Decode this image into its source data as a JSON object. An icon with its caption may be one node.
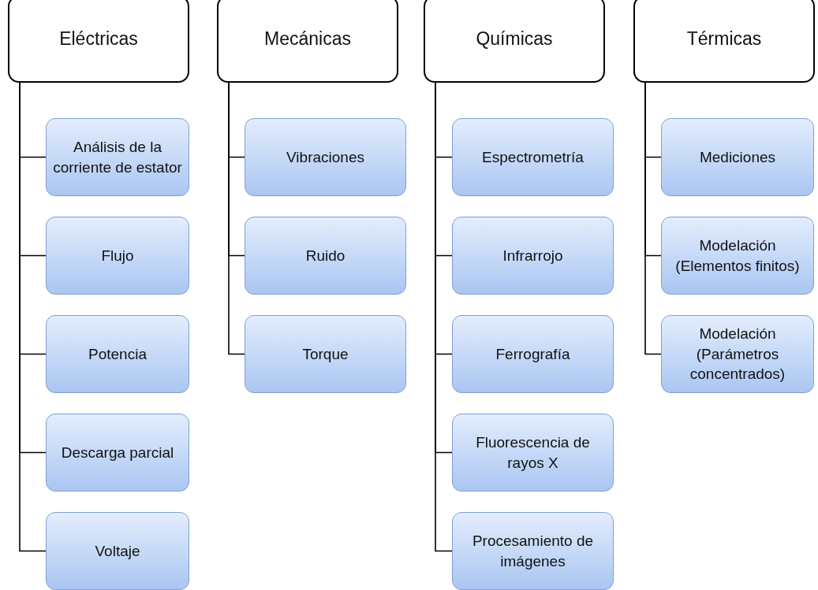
{
  "diagram": {
    "nodes": [
      {
        "text": [
          "Eléctricas"
        ]
      },
      {
        "text": [
          "Análisis de la corriente de estator"
        ]
      },
      {
        "text": [
          "Flujo"
        ]
      },
      {
        "text": [
          "Potencia"
        ]
      },
      {
        "text": [
          "Descarga parcial"
        ]
      },
      {
        "text": [
          "Voltaje"
        ]
      },
      {
        "text": [
          "Mecánicas"
        ]
      },
      {
        "text": [
          "Vibraciones"
        ]
      },
      {
        "text": [
          "Ruido"
        ]
      },
      {
        "text": [
          "Torque"
        ]
      },
      {
        "text": [
          "Químicas"
        ]
      },
      {
        "text": [
          "Espectrometría"
        ]
      },
      {
        "text": [
          "Infrarrojo"
        ]
      },
      {
        "text": [
          "Ferrografía"
        ]
      },
      {
        "text": [
          "Fluorescencia de rayos X"
        ]
      },
      {
        "text": [
          "Procesamiento de imágenes"
        ]
      },
      {
        "text": [
          "Térmicas"
        ]
      },
      {
        "text": [
          "Mediciones"
        ]
      },
      {
        "text": [
          "Modelación (Elementos finitos)"
        ]
      },
      {
        "text": [
          "Modelación (Parámetros concentrados)"
        ]
      }
    ],
    "edges": [
      {
        "from": 0,
        "to": 1,
        "arrow": "none"
      },
      {
        "from": 0,
        "to": 2,
        "arrow": "none"
      },
      {
        "from": 0,
        "to": 3,
        "arrow": "none"
      },
      {
        "from": 0,
        "to": 4,
        "arrow": "none"
      },
      {
        "from": 0,
        "to": 5,
        "arrow": "none"
      },
      {
        "from": 6,
        "to": 7,
        "arrow": "none"
      },
      {
        "from": 6,
        "to": 8,
        "arrow": "none"
      },
      {
        "from": 6,
        "to": 9,
        "arrow": "none"
      },
      {
        "from": 10,
        "to": 11,
        "arrow": "none"
      },
      {
        "from": 10,
        "to": 12,
        "arrow": "none"
      },
      {
        "from": 10,
        "to": 13,
        "arrow": "none"
      },
      {
        "from": 10,
        "to": 14,
        "arrow": "none"
      },
      {
        "from": 10,
        "to": 15,
        "arrow": "none"
      },
      {
        "from": 16,
        "to": 17,
        "arrow": "none"
      },
      {
        "from": 16,
        "to": 18,
        "arrow": "none"
      },
      {
        "from": 16,
        "to": 19,
        "arrow": "none"
      }
    ]
  }
}
